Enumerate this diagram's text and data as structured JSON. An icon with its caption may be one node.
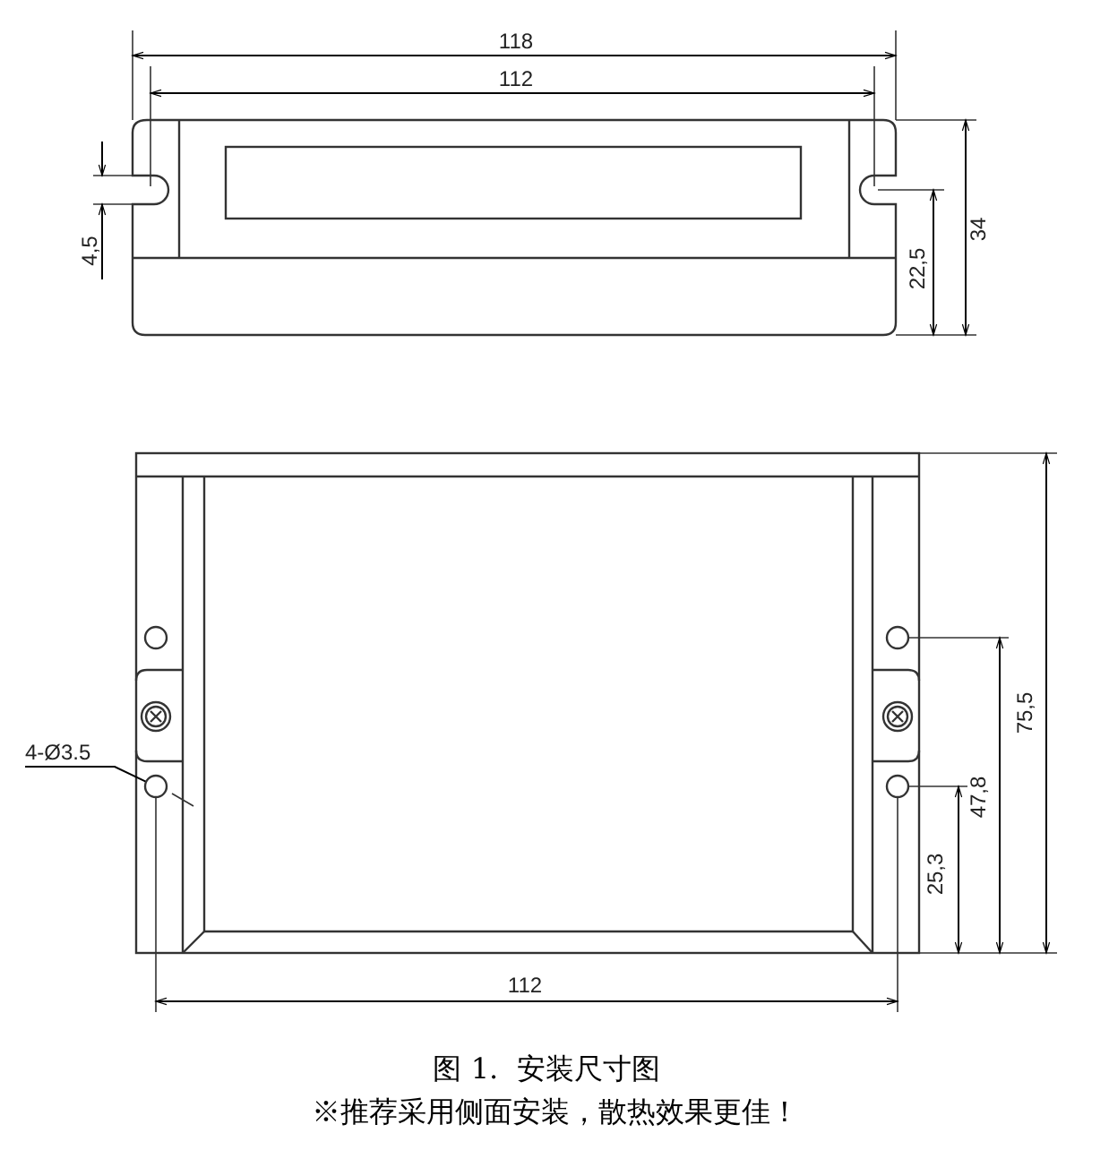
{
  "diagram": {
    "caption": "图 1.  安装尺寸图",
    "nodes": [
      {
        "text": [
          "4-Ø3.5"
        ]
      },
      {
        "text": [],
        "shape": "circle"
      }
    ],
    "edges": [
      {
        "from": 0,
        "to": 1,
        "arrow": "none"
      }
    ],
    "labels": [
      "118",
      "112",
      "4,5",
      "22,5",
      "34",
      "75,5",
      "47,8",
      "25,3",
      "112",
      "※推荐采用侧面安装，散热效果更佳！"
    ]
  }
}
